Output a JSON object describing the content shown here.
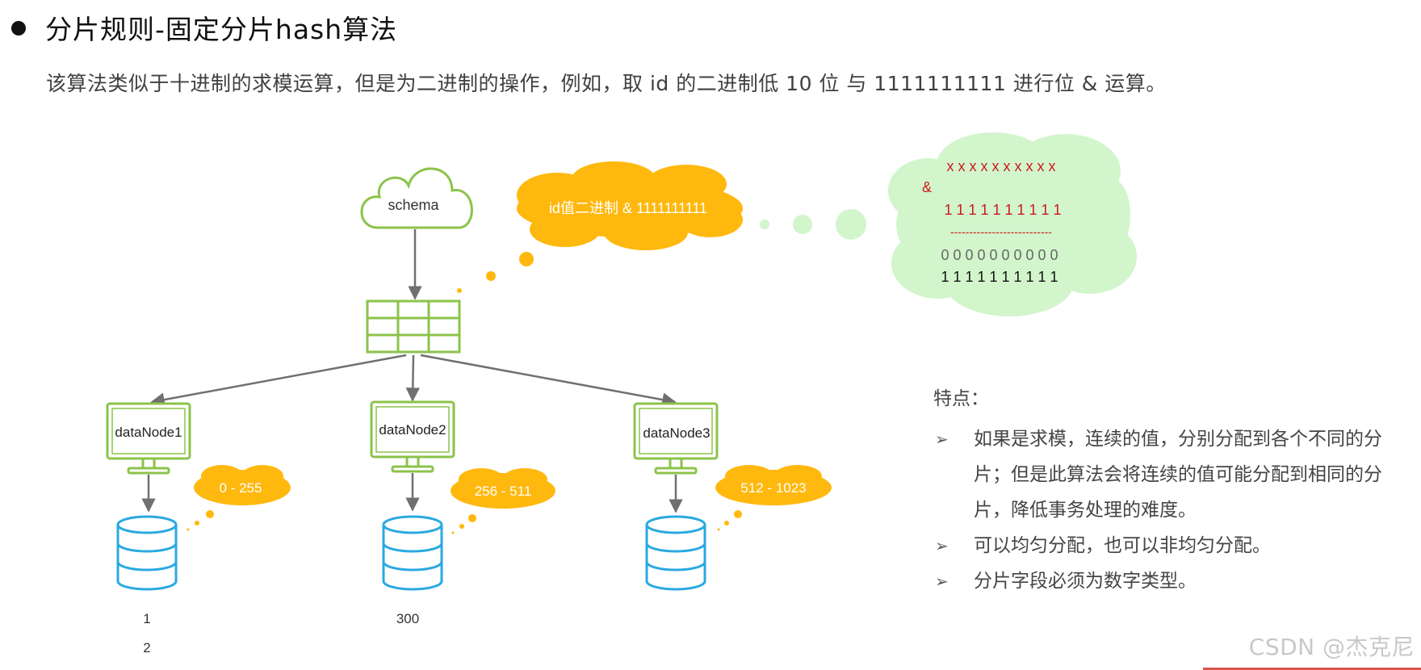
{
  "title": "分片规则-固定分片hash算法",
  "description": "该算法类似于十进制的求模运算，但是为二进制的操作，例如，取 id 的二进制低 10 位 与 1111111111 进行位 & 运算。",
  "diagram": {
    "schema_label": "schema",
    "operation_label": "id值二进制 & 1111111111",
    "nodes": [
      {
        "label": "dataNode1",
        "range": "0 - 255"
      },
      {
        "label": "dataNode2",
        "range": "256 - 511"
      },
      {
        "label": "dataNode3",
        "range": "512 - 1023"
      }
    ],
    "node1_values": [
      "1",
      "2"
    ],
    "node2_values": [
      "300"
    ],
    "binary": {
      "row1": "x x x x x x x x x x",
      "op": "&",
      "row2": "1 1 1 1 1 1 1 1 1 1",
      "divider": "---------------------------",
      "row3": "0 0 0 0 0 0 0 0 0 0",
      "row4": "1 1 1 1 1 1 1 1 1 1"
    }
  },
  "features": {
    "heading": "特点：",
    "items": [
      "如果是求模，连续的值，分别分配到各个不同的分片；但是此算法会将连续的值可能分配到相同的分片，降低事务处理的难度。",
      "可以均匀分配，也可以非均匀分配。",
      "分片字段必须为数字类型。"
    ]
  },
  "watermark": "CSDN @杰克尼",
  "colors": {
    "green_stroke": "#8bc34a",
    "orange_cloud": "#ffb80e",
    "light_green_cloud": "#d2f5cc",
    "db_blue": "#29a9e1",
    "binary_red": "#cc1a1a",
    "arrow_gray": "#707070"
  }
}
